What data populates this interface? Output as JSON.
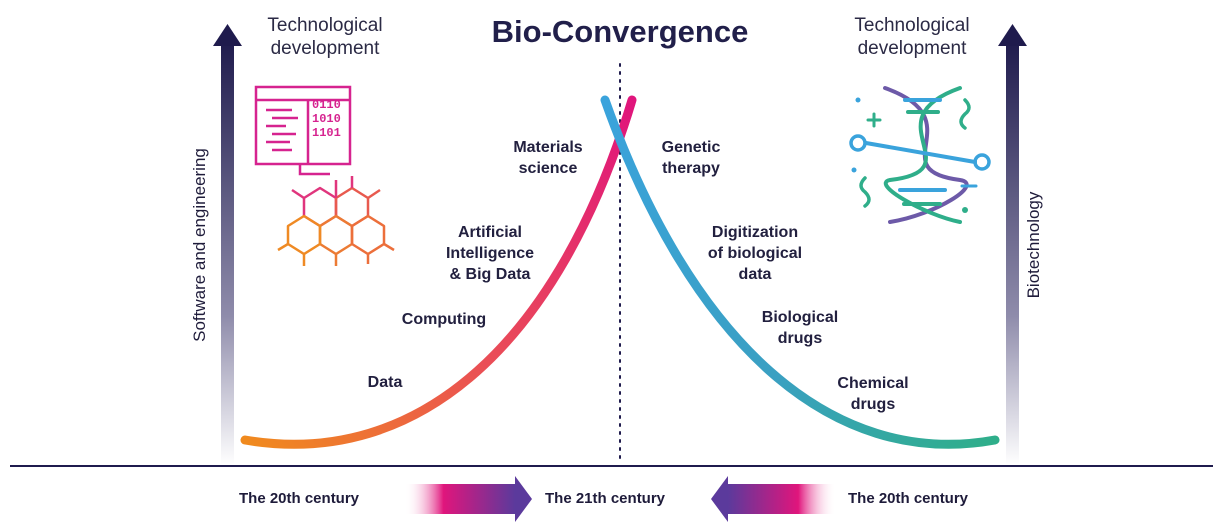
{
  "title": "Bio-Convergence",
  "left": {
    "header": [
      "Technological",
      "development"
    ],
    "axis_label": "Software and engineering",
    "milestones": [
      {
        "lines": [
          "Materials",
          "science"
        ]
      },
      {
        "lines": [
          "Artificial",
          "Intelligence",
          "& Big Data"
        ]
      },
      {
        "lines": [
          "Computing"
        ]
      },
      {
        "lines": [
          "Data"
        ]
      }
    ],
    "icons": [
      "computer-code-icon",
      "hexagon-molecule-icon"
    ]
  },
  "right": {
    "header": [
      "Technological",
      "development"
    ],
    "axis_label": "Biotechnology",
    "milestones": [
      {
        "lines": [
          "Genetic",
          "therapy"
        ]
      },
      {
        "lines": [
          "Digitization",
          "of biological",
          "data"
        ]
      },
      {
        "lines": [
          "Biological",
          "drugs"
        ]
      },
      {
        "lines": [
          "Chemical",
          "drugs"
        ]
      }
    ],
    "icons": [
      "dna-helix-icon"
    ]
  },
  "timeline": {
    "left_era": "The 20th century",
    "center_era": "The 21th century",
    "right_era": "The 20th century"
  },
  "colors": {
    "navy": "#1f1b4d",
    "left_curve_start": "#f08a1e",
    "left_curve_end": "#e0157c",
    "right_curve_start": "#3aa3dc",
    "right_curve_end": "#2fae8a"
  }
}
